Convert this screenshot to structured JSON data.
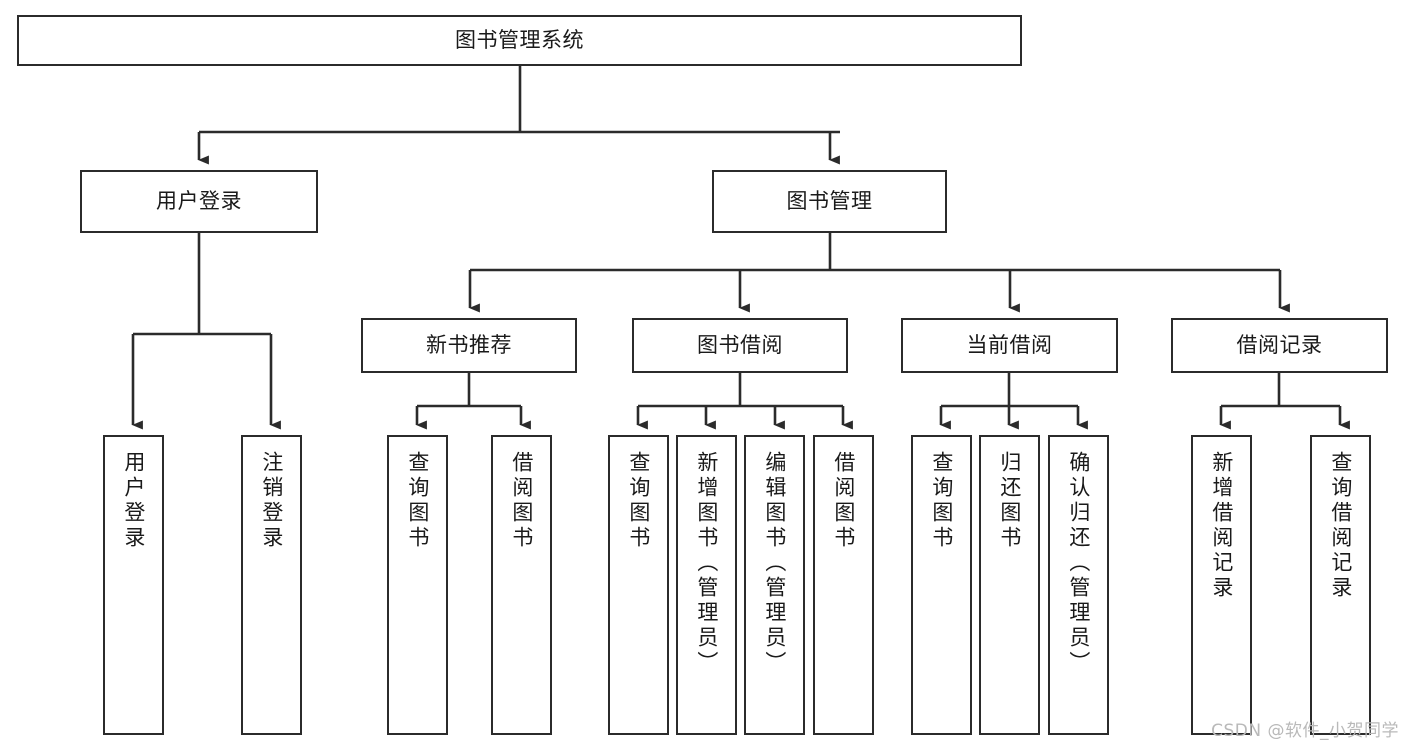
{
  "diagram": {
    "title": "图书管理系统",
    "watermark": "CSDN @软件_小贺同学",
    "line_color": "#2b2b2b",
    "box_fill": "#ffffff",
    "text_color": "#1a1a1a",
    "watermark_color": "#b9b9b9"
  },
  "nodes": {
    "root": {
      "label": "图书管理系统"
    },
    "level2": [
      {
        "label": "用户登录"
      },
      {
        "label": "图书管理"
      }
    ],
    "level3": [
      {
        "label": "新书推荐"
      },
      {
        "label": "图书借阅"
      },
      {
        "label": "当前借阅"
      },
      {
        "label": "借阅记录"
      }
    ],
    "leaves": {
      "user_login": [
        {
          "label": "用户登录"
        },
        {
          "label": "注销登录"
        }
      ],
      "new_book_recommend": [
        {
          "label": "查询图书"
        },
        {
          "label": "借阅图书"
        }
      ],
      "book_borrow": [
        {
          "label": "查询图书"
        },
        {
          "label": "新增图书（管理员）"
        },
        {
          "label": "编辑图书（管理员）"
        },
        {
          "label": "借阅图书"
        }
      ],
      "current_borrow": [
        {
          "label": "查询图书"
        },
        {
          "label": "归还图书"
        },
        {
          "label": "确认归还（管理员）"
        }
      ],
      "borrow_record": [
        {
          "label": "新增借阅记录"
        },
        {
          "label": "查询借阅记录"
        }
      ]
    }
  },
  "chart_data": {
    "type": "tree",
    "title": "图书管理系统",
    "root": "图书管理系统",
    "edges": [
      [
        "图书管理系统",
        "用户登录"
      ],
      [
        "图书管理系统",
        "图书管理"
      ],
      [
        "用户登录",
        "用户登录"
      ],
      [
        "用户登录",
        "注销登录"
      ],
      [
        "图书管理",
        "新书推荐"
      ],
      [
        "图书管理",
        "图书借阅"
      ],
      [
        "图书管理",
        "当前借阅"
      ],
      [
        "图书管理",
        "借阅记录"
      ],
      [
        "新书推荐",
        "查询图书"
      ],
      [
        "新书推荐",
        "借阅图书"
      ],
      [
        "图书借阅",
        "查询图书"
      ],
      [
        "图书借阅",
        "新增图书（管理员）"
      ],
      [
        "图书借阅",
        "编辑图书（管理员）"
      ],
      [
        "图书借阅",
        "借阅图书"
      ],
      [
        "当前借阅",
        "查询图书"
      ],
      [
        "当前借阅",
        "归还图书"
      ],
      [
        "当前借阅",
        "确认归还（管理员）"
      ],
      [
        "借阅记录",
        "新增借阅记录"
      ],
      [
        "借阅记录",
        "查询借阅记录"
      ]
    ]
  }
}
